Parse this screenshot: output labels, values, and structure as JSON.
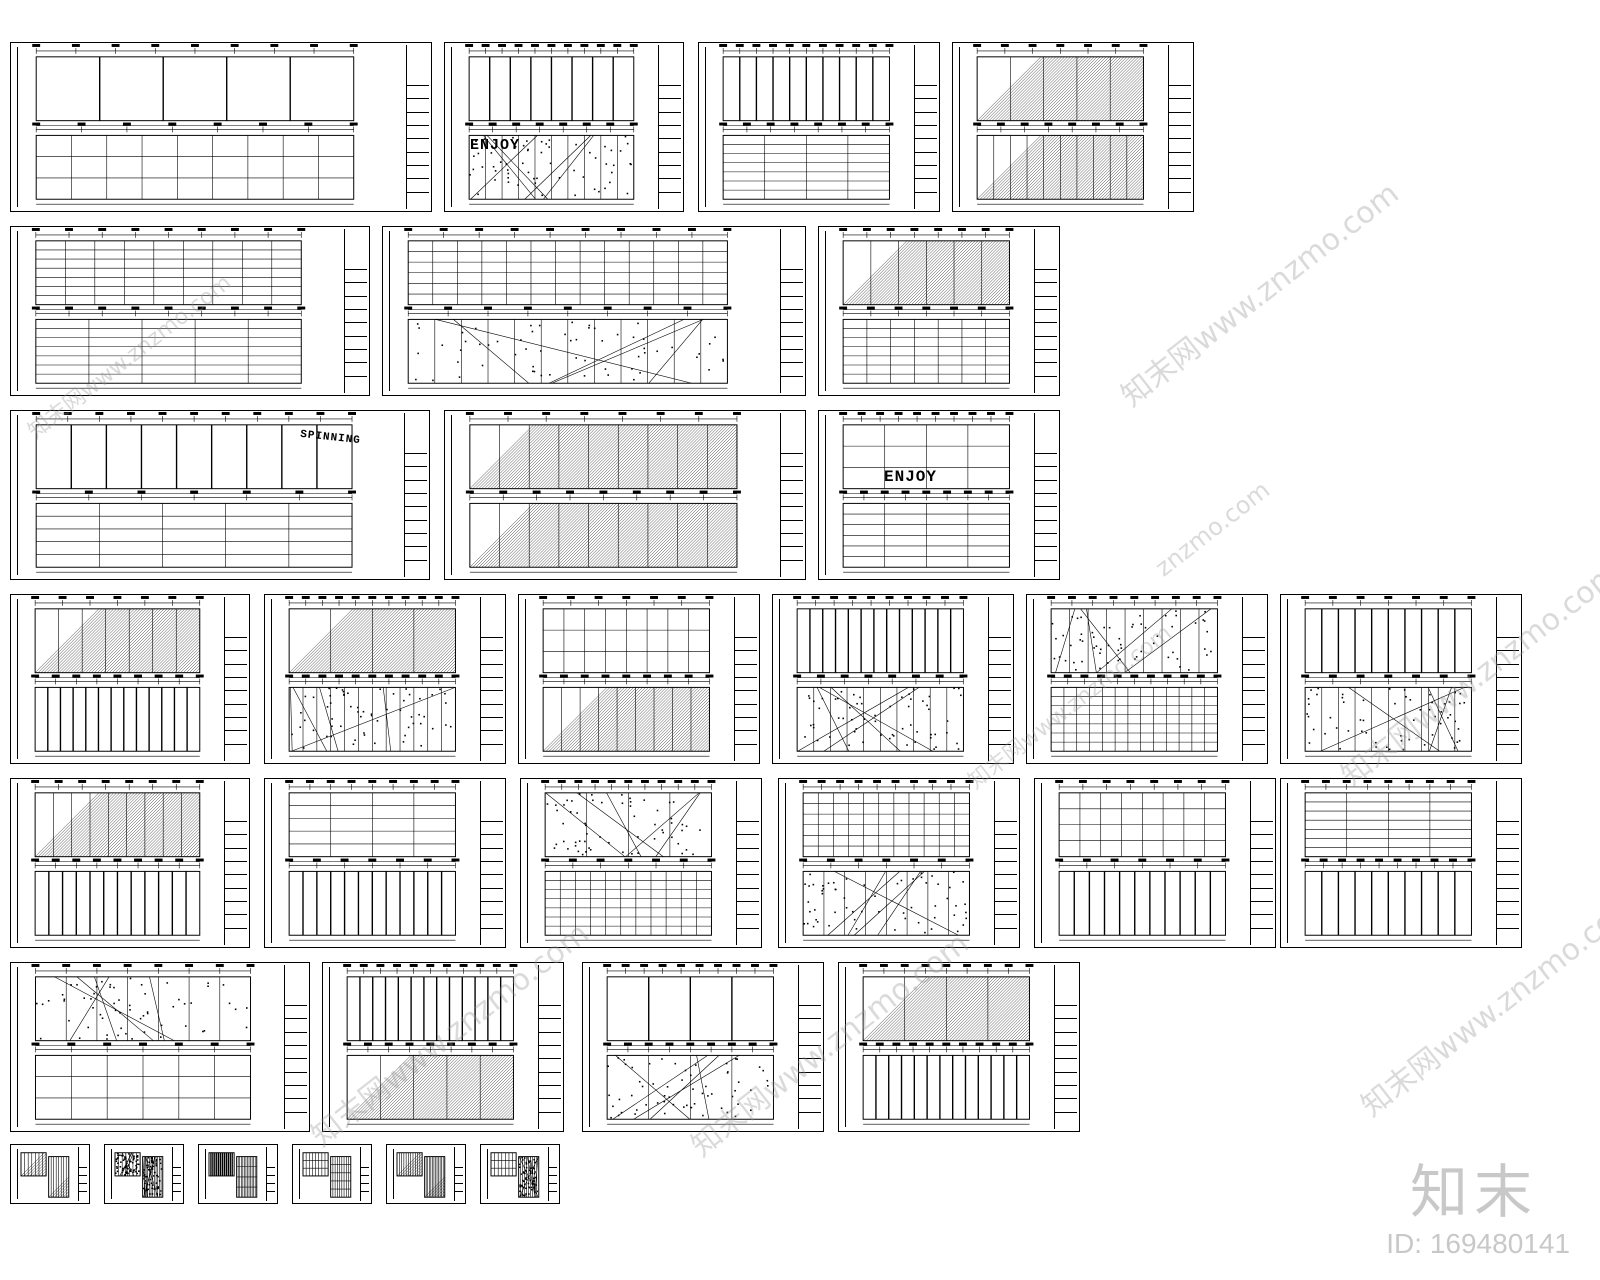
{
  "sheet_texts": [
    "ENJOY",
    "SPINNING",
    "ENJOY"
  ],
  "watermark": {
    "text": "知末网www.znzmo.com",
    "short": "znzmo.com"
  },
  "brand": {
    "logo": "知末",
    "id_label": "ID: 169480141"
  },
  "colors": {
    "line": "#000000",
    "watermark": "#bdbdbd",
    "background": "#ffffff"
  }
}
